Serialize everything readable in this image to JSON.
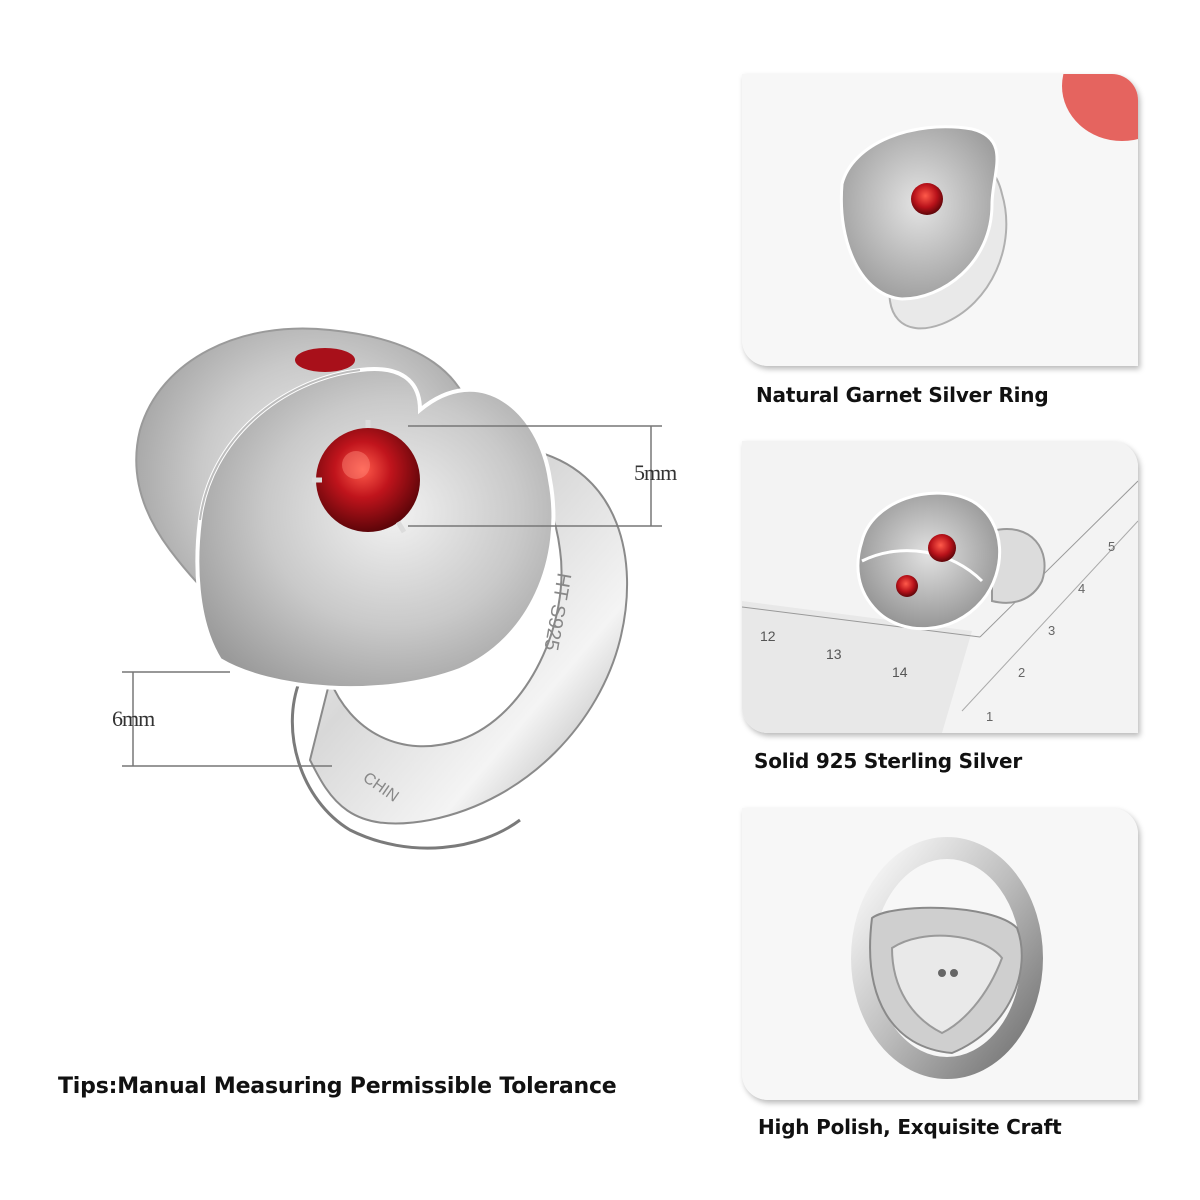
{
  "main_image": {
    "dimension_top": "5mm",
    "dimension_bottom": "6mm",
    "engraving": "HT S925",
    "engraving_2": "CHIN"
  },
  "tips": "Tips:Manual Measuring Permissible Tolerance",
  "panels": [
    {
      "caption": "Natural Garnet Silver Ring"
    },
    {
      "caption": "Solid 925 Sterling Silver",
      "ruler_ticks_horizontal": [
        "12",
        "13",
        "14"
      ],
      "ruler_ticks_vertical": [
        "1",
        "2",
        "3",
        "4",
        "5"
      ]
    },
    {
      "caption": "High Polish, Exquisite Craft"
    }
  ],
  "colors": {
    "garnet": "#b3121a",
    "silver": "#c8c8c8",
    "caption": "#111111"
  }
}
